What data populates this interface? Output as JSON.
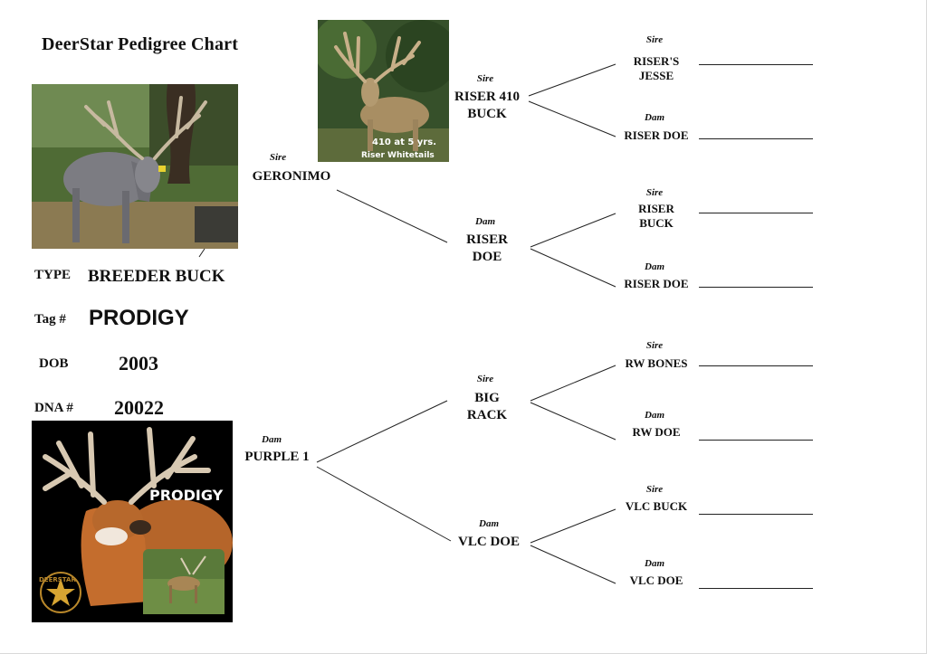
{
  "title": "DeerStar Pedigree Chart",
  "info": {
    "type_label": "TYPE",
    "type_value": "BREEDER BUCK",
    "tag_label": "Tag #",
    "tag_value": "PRODIGY",
    "dob_label": "DOB",
    "dob_value": "2003",
    "dna_label": "DNA #",
    "dna_value": "20022"
  },
  "photos": {
    "riser_caption_1": "410 at 5 yrs.",
    "riser_caption_2": "Riser Whitetails",
    "prodigy_name": "PRODIGY",
    "deerstar_logo": "DEERSTAR"
  },
  "relations": {
    "sire": "Sire",
    "dam": "Dam"
  },
  "generation1": {
    "sire": "GERONIMO",
    "dam": "PURPLE 1"
  },
  "generation2": {
    "sire_sire_line1": "RISER 410",
    "sire_sire_line2": "BUCK",
    "sire_dam_line1": "RISER",
    "sire_dam_line2": "DOE",
    "dam_sire_line1": "BIG",
    "dam_sire_line2": "RACK",
    "dam_dam": "VLC DOE"
  },
  "generation3": {
    "p1_line1": "RISER'S",
    "p1_line2": "JESSE",
    "p2": "RISER DOE",
    "p3_line1": "RISER",
    "p3_line2": "BUCK",
    "p4": "RISER DOE",
    "p5": "RW BONES",
    "p6": "RW DOE",
    "p7": "VLC BUCK",
    "p8": "VLC DOE"
  },
  "colors": {
    "ink": "#111111",
    "photo_dark": "#000000"
  }
}
